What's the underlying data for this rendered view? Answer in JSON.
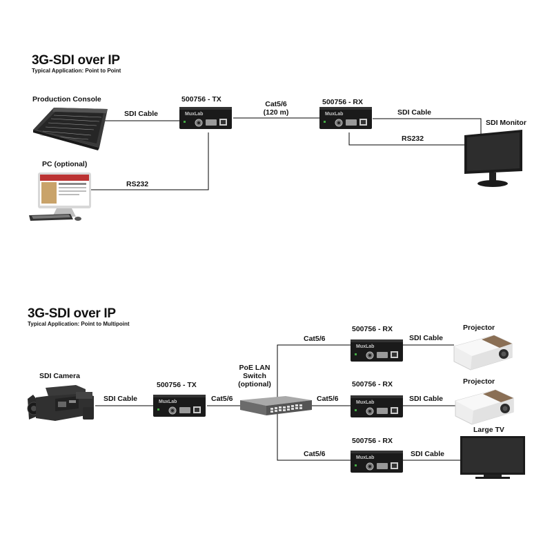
{
  "diagram1": {
    "title": "3G-SDI over IP",
    "subtitle": "Typical Application: Point to Point",
    "devices": {
      "production_console": "Production Console",
      "pc": "PC (optional)",
      "tx": "500756 - TX",
      "rx": "500756 - RX",
      "monitor": "SDI Monitor"
    },
    "links": {
      "sdi_cable_in": "SDI Cable",
      "rs232_pc": "RS232",
      "cat_line1": "Cat5/6",
      "cat_line2": "(120 m)",
      "sdi_cable_out": "SDI Cable",
      "rs232_monitor": "RS232"
    }
  },
  "diagram2": {
    "title": "3G-SDI over IP",
    "subtitle": "Typical Application: Point to Multipoint",
    "devices": {
      "camera": "SDI Camera",
      "tx": "500756 - TX",
      "switch_line1": "PoE LAN",
      "switch_line2": "Switch",
      "switch_line3": "(optional)",
      "rx1": "500756 - RX",
      "rx2": "500756 - RX",
      "rx3": "500756 - RX",
      "projector1": "Projector",
      "projector2": "Projector",
      "large_tv": "Large TV"
    },
    "links": {
      "sdi_cable_camera": "SDI Cable",
      "cat_tx_switch": "Cat5/6",
      "cat_rx1": "Cat5/6",
      "cat_rx2": "Cat5/6",
      "cat_rx3": "Cat5/6",
      "sdi_cable_rx1": "SDI Cable",
      "sdi_cable_rx2": "SDI Cable",
      "sdi_cable_rx3": "SDI Cable"
    }
  },
  "device_brand": "MuxLab"
}
